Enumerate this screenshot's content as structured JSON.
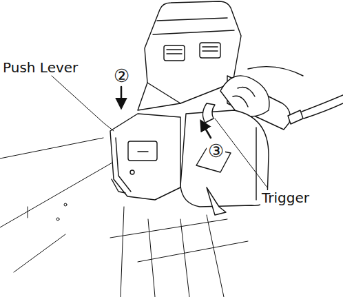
{
  "diagram": {
    "labels": [
      "Push Lever",
      "②",
      "③",
      "Trigger"
    ]
  }
}
